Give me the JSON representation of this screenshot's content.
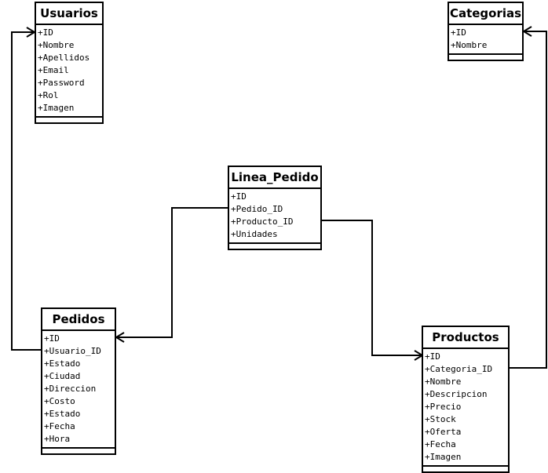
{
  "classes": {
    "usuarios": {
      "name": "Usuarios",
      "attributes": [
        "+ID",
        "+Nombre",
        "+Apellidos",
        "+Email",
        "+Password",
        "+Rol",
        "+Imagen"
      ]
    },
    "categorias": {
      "name": "Categorias",
      "attributes": [
        "+ID",
        "+Nombre"
      ]
    },
    "linea_pedido": {
      "name": "Linea_Pedido",
      "attributes": [
        "+ID",
        "+Pedido_ID",
        "+Producto_ID",
        "+Unidades"
      ]
    },
    "pedidos": {
      "name": "Pedidos",
      "attributes": [
        "+ID",
        "+Usuario_ID",
        "+Estado",
        "+Ciudad",
        "+Direccion",
        "+Costo",
        "+Estado",
        "+Fecha",
        "+Hora"
      ]
    },
    "productos": {
      "name": "Productos",
      "attributes": [
        "+ID",
        "+Categoria_ID",
        "+Nombre",
        "+Descripcion",
        "+Precio",
        "+Stock",
        "+Oferta",
        "+Fecha",
        "+Imagen"
      ]
    }
  }
}
